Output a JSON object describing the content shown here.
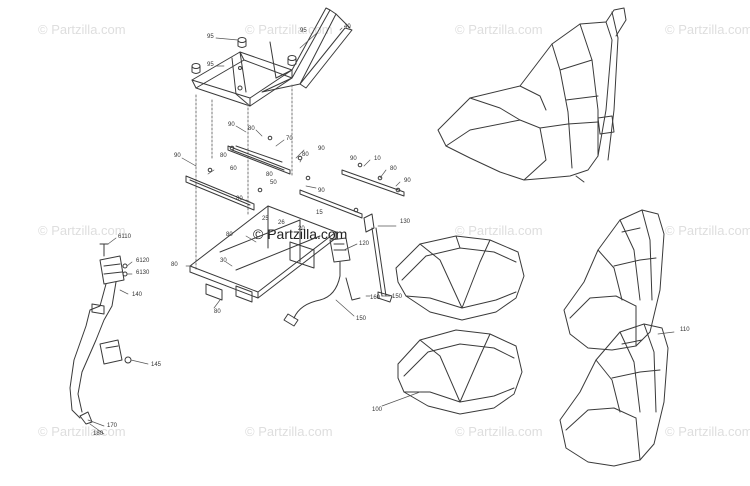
{
  "watermark": {
    "text": "© Partzilla.com",
    "center_text": "© Partzilla.com"
  },
  "callouts": {
    "c95a": "95",
    "c95b": "95",
    "c95c": "95",
    "c40": "40",
    "c90a": "90",
    "c80a": "80",
    "c70": "70",
    "c90b": "90",
    "c80b": "80",
    "c90c": "90",
    "c80c": "80",
    "c60": "60",
    "c80d": "80",
    "c90d": "90",
    "c50": "50",
    "c10": "10",
    "c80e": "80",
    "c90e": "90",
    "c80f": "80",
    "c15": "15",
    "c25": "25",
    "c26": "26",
    "c20": "20",
    "c130": "130",
    "c80g": "80",
    "c30": "30",
    "c80h": "80",
    "c80i": "80",
    "c120": "120",
    "c160": "160",
    "c150a": "150",
    "c150b": "150",
    "c6110": "6110",
    "c6120": "6120",
    "c6130": "6130",
    "c140": "140",
    "c145": "145",
    "c170": "170",
    "c180": "180",
    "c100": "100",
    "c110": "110"
  },
  "colors": {
    "line": "#3a3a3a",
    "light": "#9a9a9a",
    "watermark": "#dedede"
  }
}
